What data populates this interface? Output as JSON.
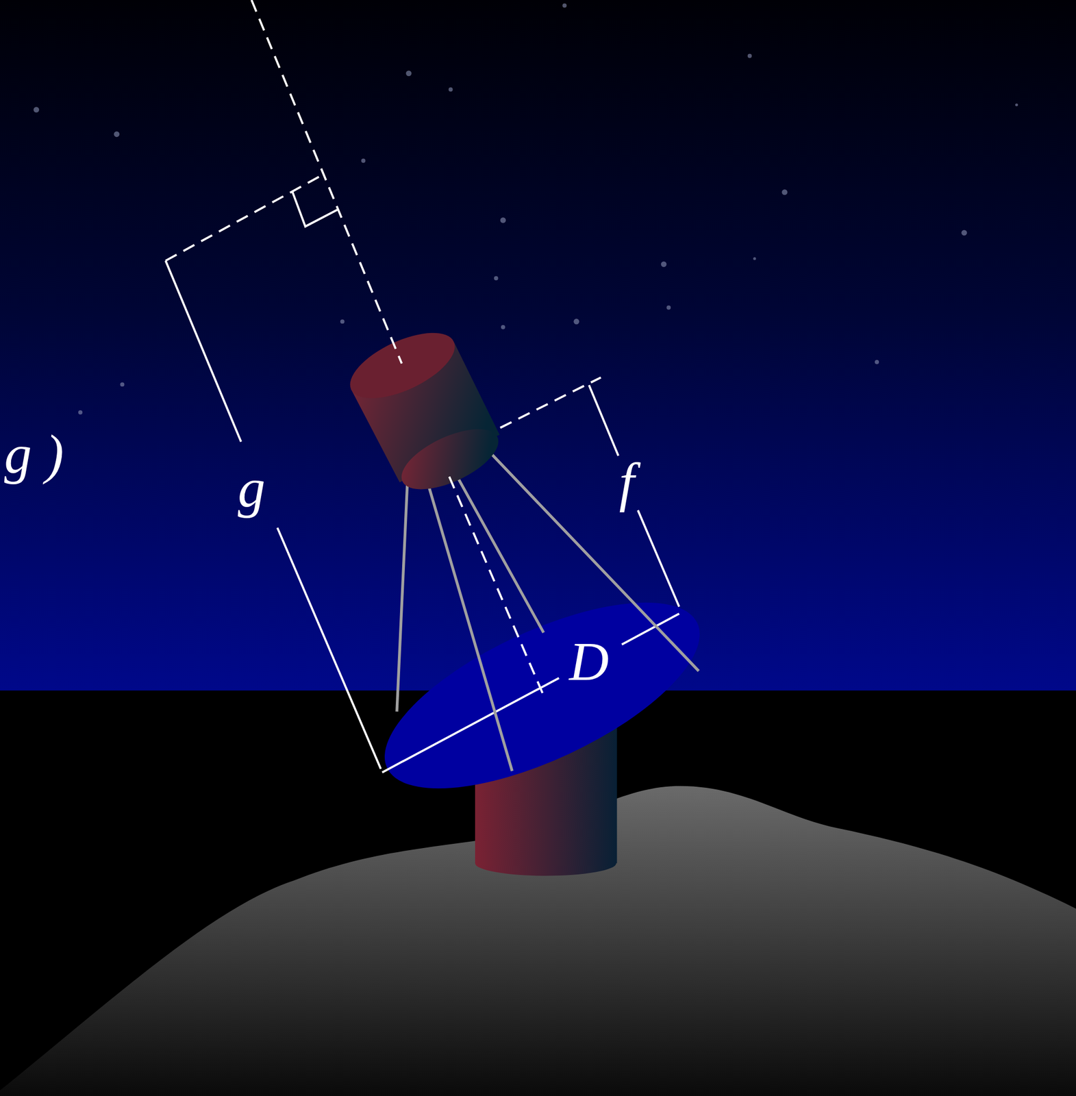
{
  "diagram": {
    "labels": [
      "g )",
      "g",
      "f",
      "D"
    ]
  }
}
